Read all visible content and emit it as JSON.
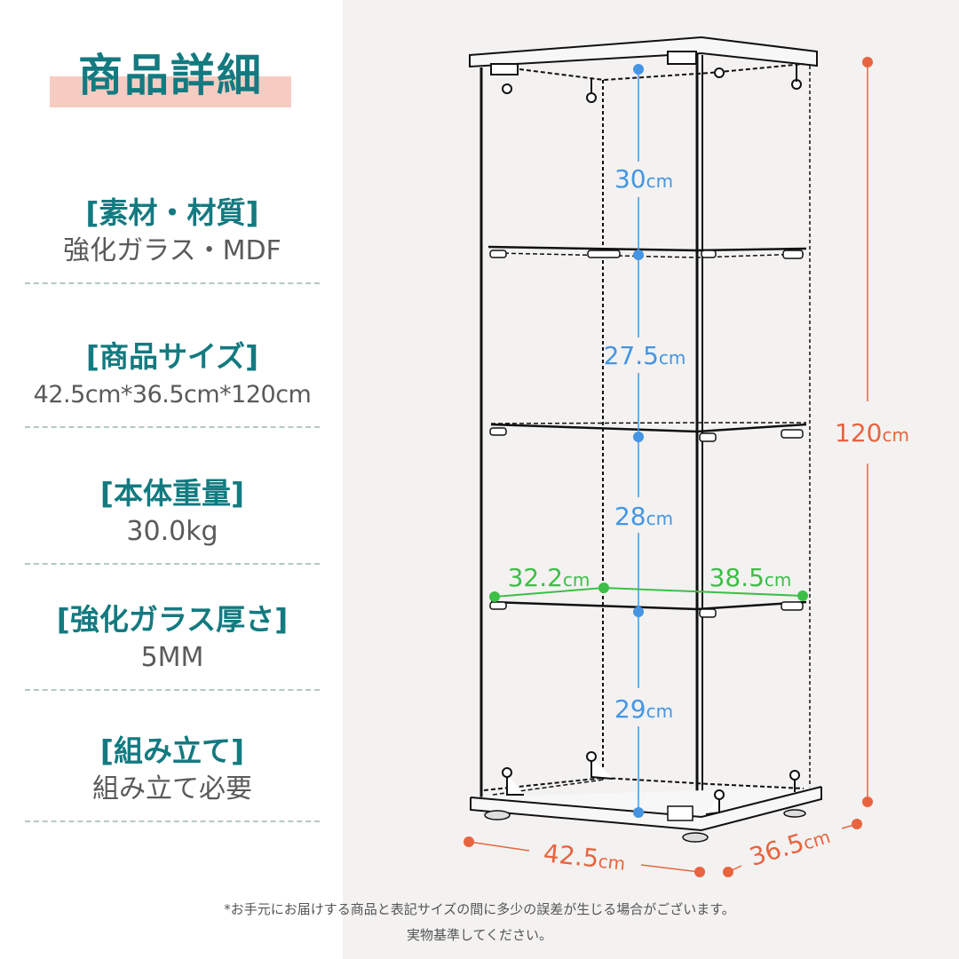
{
  "header": {
    "title": "商品詳細"
  },
  "specs": [
    {
      "label": "[素材・材質]",
      "value": "強化ガラス・MDF"
    },
    {
      "label": "[商品サイズ]",
      "value": "42.5cm*36.5cm*120cm"
    },
    {
      "label": "[本体重量]",
      "value": "30.0kg"
    },
    {
      "label": "[強化ガラス厚さ]",
      "value": "5MM"
    },
    {
      "label": "[組み立て]",
      "value": "組み立て必要"
    }
  ],
  "diagram": {
    "shelf_gaps": [
      {
        "value": "30",
        "unit": "cm"
      },
      {
        "value": "27.5",
        "unit": "cm"
      },
      {
        "value": "28",
        "unit": "cm"
      },
      {
        "value": "29",
        "unit": "cm"
      }
    ],
    "shelf_depth": {
      "value": "32.2",
      "unit": "cm"
    },
    "shelf_width": {
      "value": "38.5",
      "unit": "cm"
    },
    "total_height": {
      "value": "120",
      "unit": "cm"
    },
    "width": {
      "value": "42.5",
      "unit": "cm"
    },
    "depth": {
      "value": "36.5",
      "unit": "cm"
    }
  },
  "colors": {
    "teal": "#137a80",
    "pink_bar": "#f6ccc2",
    "blue": "#4595e3",
    "green": "#3cbf46",
    "orange": "#e8643f"
  },
  "footer": {
    "note_line1": "*お手元にお届けする商品と表記サイズの間に多少の誤差が生じる場合がございます。",
    "note_line2": "実物基準してください。"
  }
}
